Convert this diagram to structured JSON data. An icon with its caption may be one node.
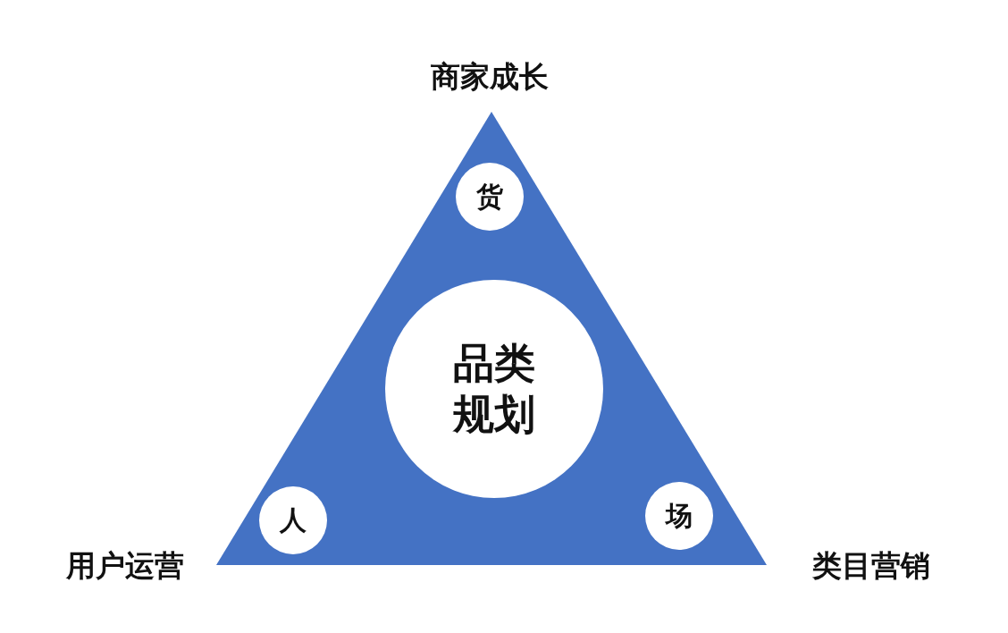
{
  "diagram": {
    "nodes": [
      {
        "text": [],
        "shape": "triangle"
      },
      {
        "text": [
          "货"
        ],
        "in": 0
      },
      {
        "text": [
          "品类规划"
        ],
        "in": 0
      },
      {
        "text": [
          "人"
        ],
        "in": 0
      },
      {
        "text": [
          "场"
        ],
        "in": 0
      }
    ],
    "labels": [
      "商家成长",
      "用户运营",
      "类目营销"
    ]
  }
}
